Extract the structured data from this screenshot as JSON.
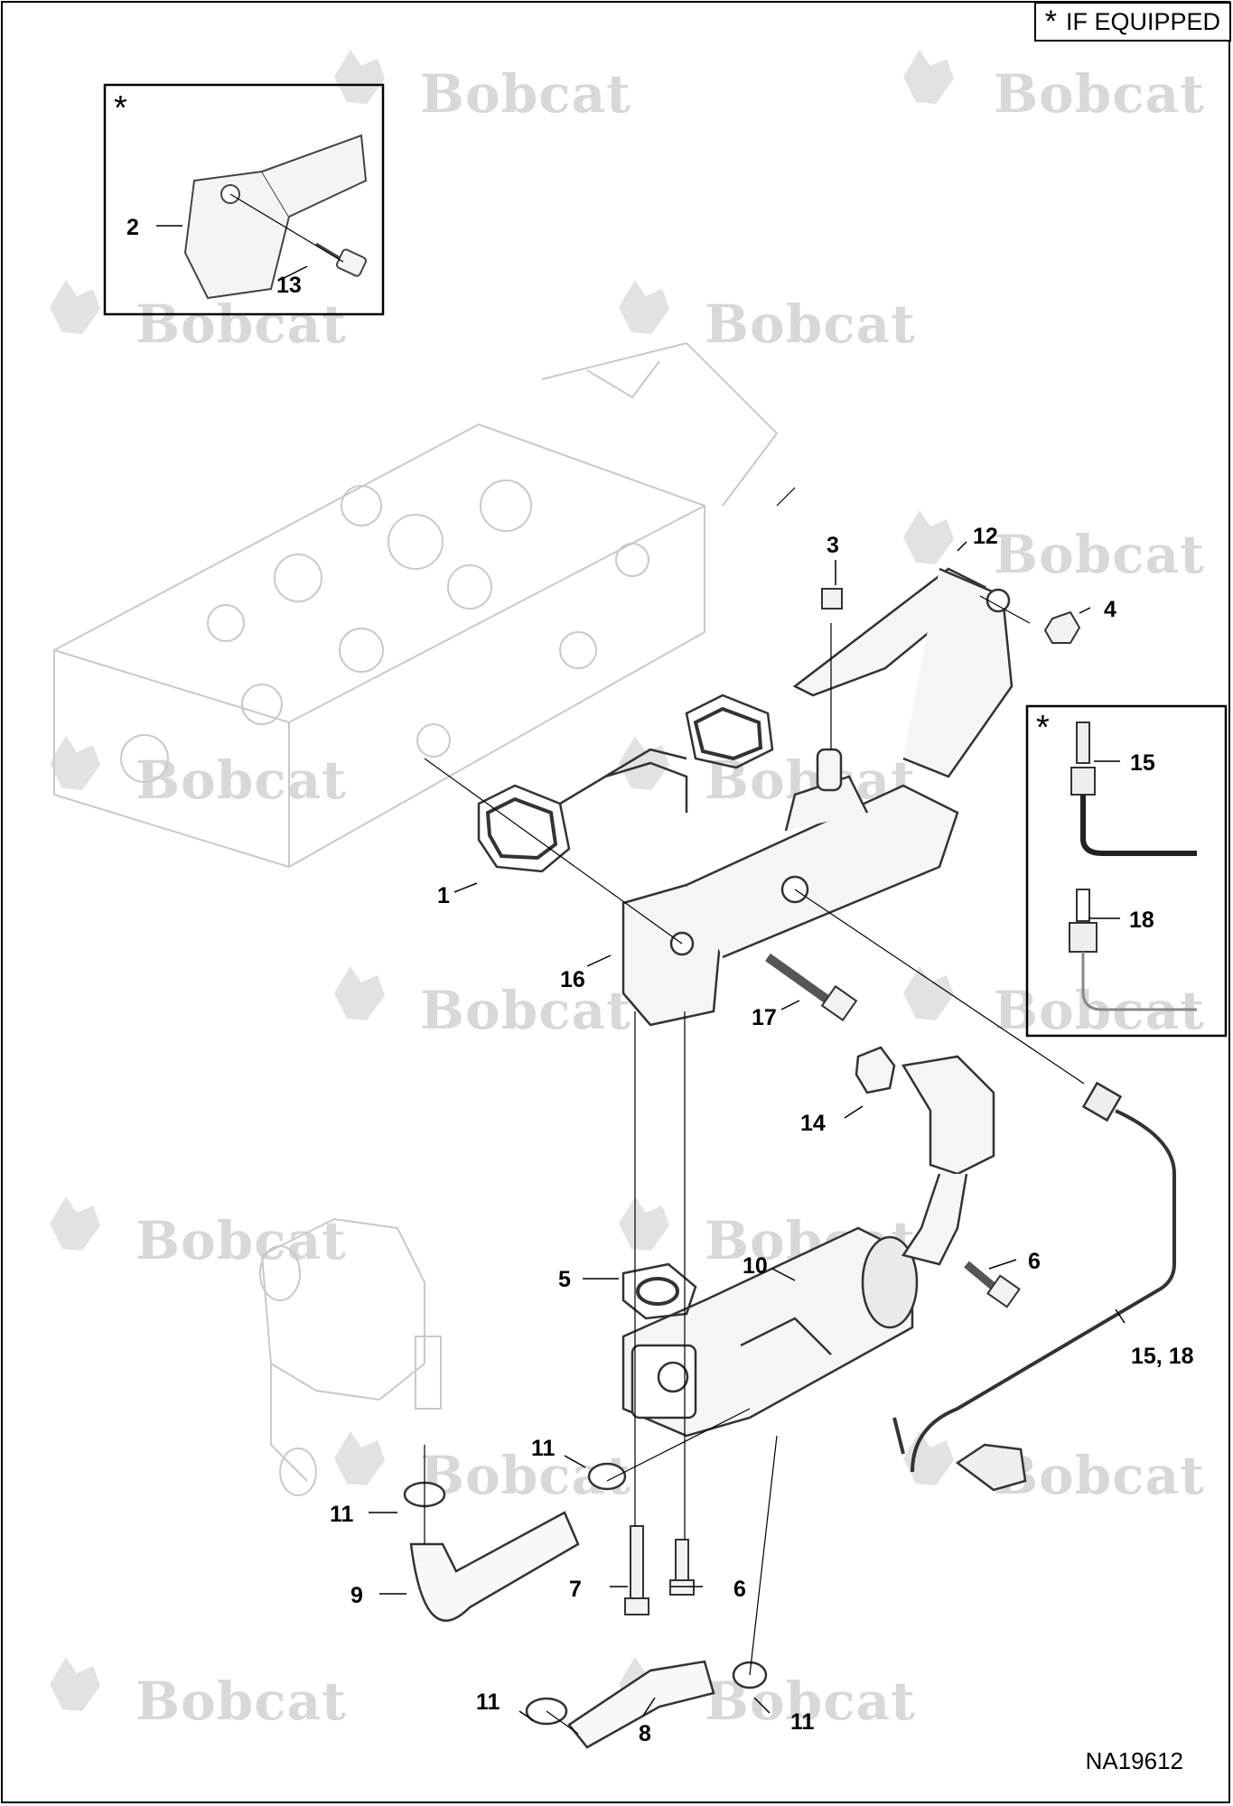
{
  "legend": {
    "symbol": "*",
    "text": "IF EQUIPPED"
  },
  "drawing_number": "NA19612",
  "watermark": {
    "text": "Bobcat"
  },
  "inset_marker": "*",
  "callouts": [
    {
      "id": "c1",
      "text": "1"
    },
    {
      "id": "c2",
      "text": "2"
    },
    {
      "id": "c3",
      "text": "3"
    },
    {
      "id": "c4",
      "text": "4"
    },
    {
      "id": "c5",
      "text": "5"
    },
    {
      "id": "c6a",
      "text": "6"
    },
    {
      "id": "c6b",
      "text": "6"
    },
    {
      "id": "c7",
      "text": "7"
    },
    {
      "id": "c8",
      "text": "8"
    },
    {
      "id": "c9",
      "text": "9"
    },
    {
      "id": "c10",
      "text": "10"
    },
    {
      "id": "c11a",
      "text": "11"
    },
    {
      "id": "c11b",
      "text": "11"
    },
    {
      "id": "c11c",
      "text": "11"
    },
    {
      "id": "c11d",
      "text": "11"
    },
    {
      "id": "c12",
      "text": "12"
    },
    {
      "id": "c13",
      "text": "13"
    },
    {
      "id": "c14",
      "text": "14"
    },
    {
      "id": "c15",
      "text": "15"
    },
    {
      "id": "c15_18",
      "text": "15, 18"
    },
    {
      "id": "c16",
      "text": "16"
    },
    {
      "id": "c17",
      "text": "17"
    },
    {
      "id": "c18",
      "text": "18"
    }
  ]
}
